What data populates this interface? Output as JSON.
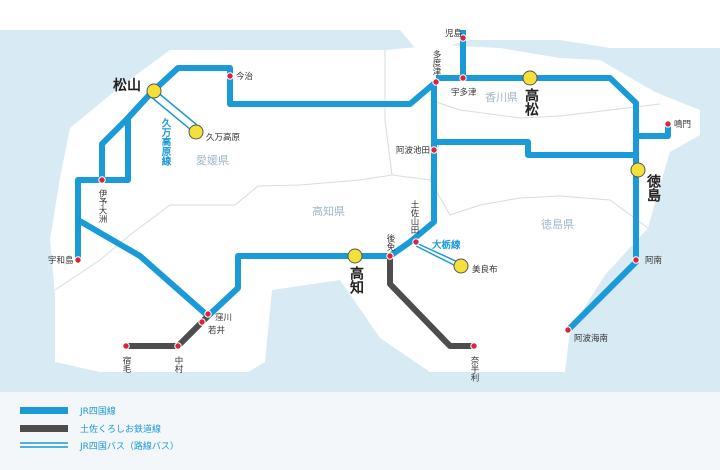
{
  "colors": {
    "sea": "#d8eaf3",
    "land": "#ffffff",
    "jr_line": "#1a9ad6",
    "tosa_line": "#4d4d4d",
    "major_station": "#f3e13a",
    "minor_station": "#d7263d"
  },
  "prefectures": {
    "kagawa": "香川県",
    "ehime": "愛媛県",
    "kochi": "高知県",
    "tokushima": "徳島県"
  },
  "major_stations": {
    "matsuyama": "松山",
    "takamatsu": "高松",
    "tokushima": "徳島",
    "kochi": "高知",
    "kumakogen": "久万高原",
    "birafu": "美良布"
  },
  "minor_stations": {
    "kojima": "児島",
    "tadotsu": "多度津",
    "utazu": "宇多津",
    "imabari": "今治",
    "naruto": "鳴門",
    "awa_ikeda": "阿波池田",
    "iyo_ozu": "伊予大洲",
    "uwajima": "宇和島",
    "tosa_yamada": "土佐山田",
    "gomen": "後免",
    "anan": "阿南",
    "awa_kainan": "阿波海南",
    "kubokawa": "窪川",
    "wakai": "若井",
    "sukumo": "宿毛",
    "nakamura": "中村",
    "nahari": "奈半利"
  },
  "bus_routes": {
    "kuma_kogen_line": "久万高原線",
    "ootochi_line": "大栃線"
  },
  "legend": {
    "jr_line": "JR四国線",
    "tosa_line": "土佐くろしお鉄道線",
    "bus_line": "JR四国バス（路線バス）"
  }
}
